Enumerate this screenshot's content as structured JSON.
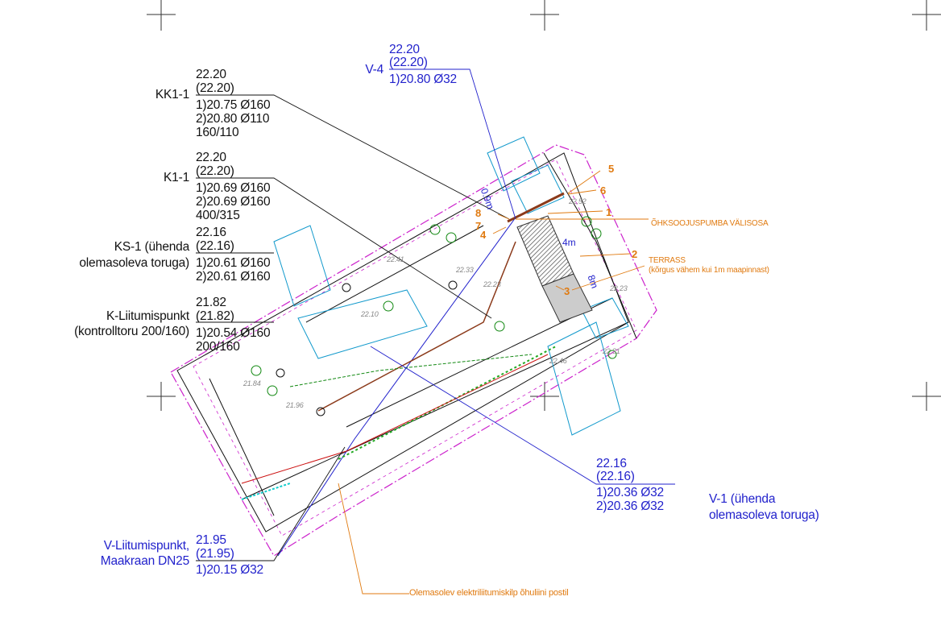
{
  "colors": {
    "black": "#111111",
    "blue": "#2222cc",
    "orange": "#e07a10",
    "magenta": "#cc22cc",
    "green": "#118811",
    "red": "#cc1111",
    "cyan": "#1199cc"
  },
  "callouts": {
    "kk1_1": {
      "label": "KK1-1",
      "top": "22.20",
      "paren": "(22.20)",
      "lines": [
        "1)20.75  Ø160",
        "2)20.80  Ø110",
        "160/110"
      ]
    },
    "k1_1": {
      "label": "K1-1",
      "top": "22.20",
      "paren": "(22.20)",
      "lines": [
        "1)20.69  Ø160",
        "2)20.69  Ø160",
        "400/315"
      ]
    },
    "ks_1": {
      "label1": "KS-1 (ühenda",
      "label2": "olemasoleva toruga)",
      "top": "22.16",
      "paren": "(22.16)",
      "lines": [
        "1)20.61  Ø160",
        "2)20.61  Ø160"
      ]
    },
    "k_liit": {
      "label1": "K-Liitumispunkt",
      "label2": "(kontrolltoru 200/160)",
      "top": "21.82",
      "paren": "(21.82)",
      "lines": [
        "1)20.54  Ø160",
        "200/160"
      ]
    },
    "v_4": {
      "label": "V-4",
      "top": "22.20",
      "paren": "(22.20)",
      "lines": [
        "1)20.80  Ø32"
      ]
    },
    "v_1": {
      "label1": "V-1 (ühenda",
      "label2": "olemasoleva toruga)",
      "top": "22.16",
      "paren": "(22.16)",
      "lines": [
        "1)20.36  Ø32",
        "2)20.36  Ø32"
      ]
    },
    "v_liit": {
      "label1": "V-Liitumispunkt,",
      "label2": "Maakraan DN25",
      "top": "21.95",
      "paren": "(21.95)",
      "lines": [
        "1)20.15  Ø32"
      ]
    }
  },
  "notes": {
    "heat_pump": "ÕHKSOOJUSPUMBA VÄLISOSA",
    "terrace": "TERRASS",
    "terrace_sub": "(kõrgus vähem kui 1m maapinnast)",
    "electric": "Olemasolev elektriliitumiskilp õhuliini postil"
  },
  "markers": [
    "1",
    "2",
    "3",
    "4",
    "5",
    "6",
    "7",
    "8"
  ],
  "dimensions": {
    "d1": "0.9m",
    "d2": "4m",
    "d3": "8m"
  },
  "elevations": [
    "22.52",
    "22.23",
    "22.23",
    "22.31",
    "22.46",
    "21.84",
    "21.96",
    "22.10",
    "22.33",
    "22.41"
  ]
}
